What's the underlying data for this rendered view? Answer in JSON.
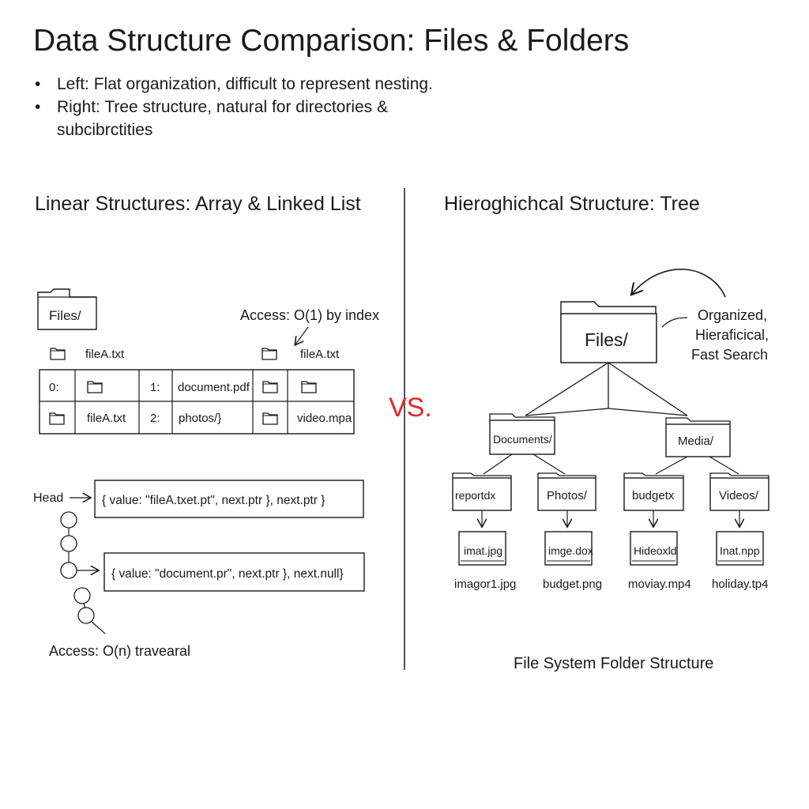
{
  "title": "Data Structure Comparison: Files & Folders",
  "bullets": [
    "Left: Flat organization, difficult to represent nesting.",
    "Right: Tree structure, natural for directories & subcibrctities"
  ],
  "left": {
    "heading": "Linear Structures: Array & Linked List",
    "files_label": "Files/",
    "access_index": "Access: O(1) by index",
    "top_files": [
      "fileA.txt",
      "fileA.txt"
    ],
    "array_cells": {
      "r1": [
        "0:",
        "1:",
        "document.pdf"
      ],
      "r2": [
        "fileA.txt",
        "2:",
        "photos/}",
        "video.mpa"
      ]
    },
    "head_label": "Head",
    "node1": "{ value: \"fileA.txet.pt\", next.ptr }, next.ptr }",
    "node2": "{ value: \"document.pr\", next.ptr }, next.null}",
    "access_traversal": "Access: O(n) travearal"
  },
  "vs": "VS.",
  "right": {
    "heading": "Hieroghichcal Structure: Tree",
    "note": [
      "Organized,",
      "Hieraficical,",
      "Fast Search"
    ],
    "root": "Files/",
    "level1": [
      "Documents/",
      "Media/"
    ],
    "level2": [
      "reportdx",
      "Photos/",
      "budgetx",
      "Videos/"
    ],
    "files": [
      "imat.jpg",
      "imge.dox",
      "Hideoxld",
      "Inat.npp"
    ],
    "captions": [
      "imagor1.jpg",
      "budget.png",
      "moviay.mp4",
      "holiday.tp4"
    ],
    "footer": "File System Folder Structure"
  },
  "colors": {
    "accent": "#e02a2a",
    "ink": "#1a1a1a"
  }
}
